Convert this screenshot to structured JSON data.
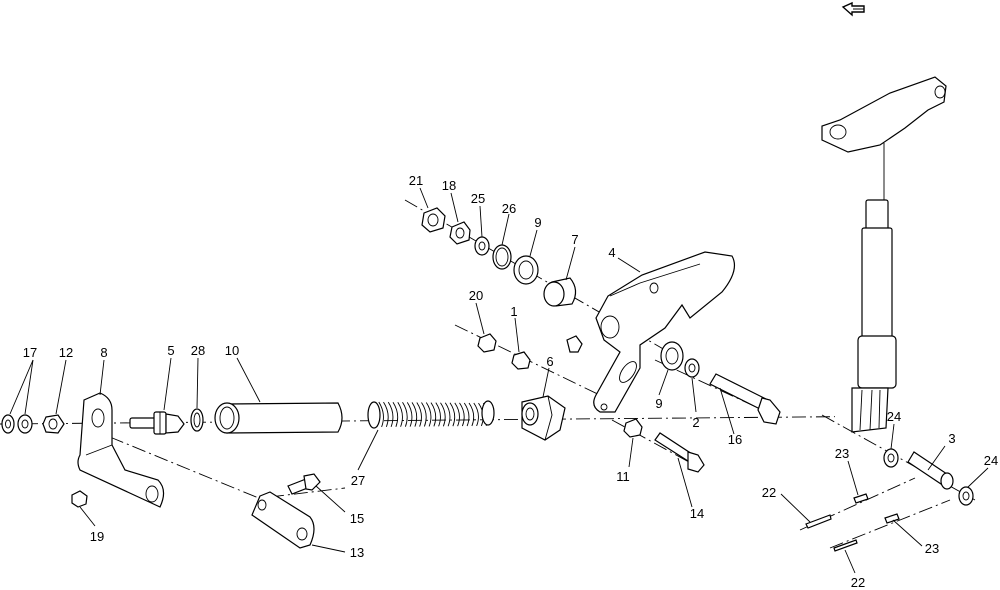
{
  "diagram": {
    "callouts": {
      "p1": "1",
      "p2": "2",
      "p3": "3",
      "p4": "4",
      "p5": "5",
      "p6": "6",
      "p7": "7",
      "p8": "8",
      "p9a": "9",
      "p9b": "9",
      "p10": "10",
      "p11": "11",
      "p12": "12",
      "p13": "13",
      "p14": "14",
      "p15": "15",
      "p16": "16",
      "p17": "17",
      "p18": "18",
      "p19": "19",
      "p20": "20",
      "p21": "21",
      "p22a": "22",
      "p22b": "22",
      "p23a": "23",
      "p23b": "23",
      "p24a": "24",
      "p24b": "24",
      "p25": "25",
      "p26": "26",
      "p27": "27",
      "p28": "28"
    },
    "corner_icon": "arrow-return-icon"
  }
}
